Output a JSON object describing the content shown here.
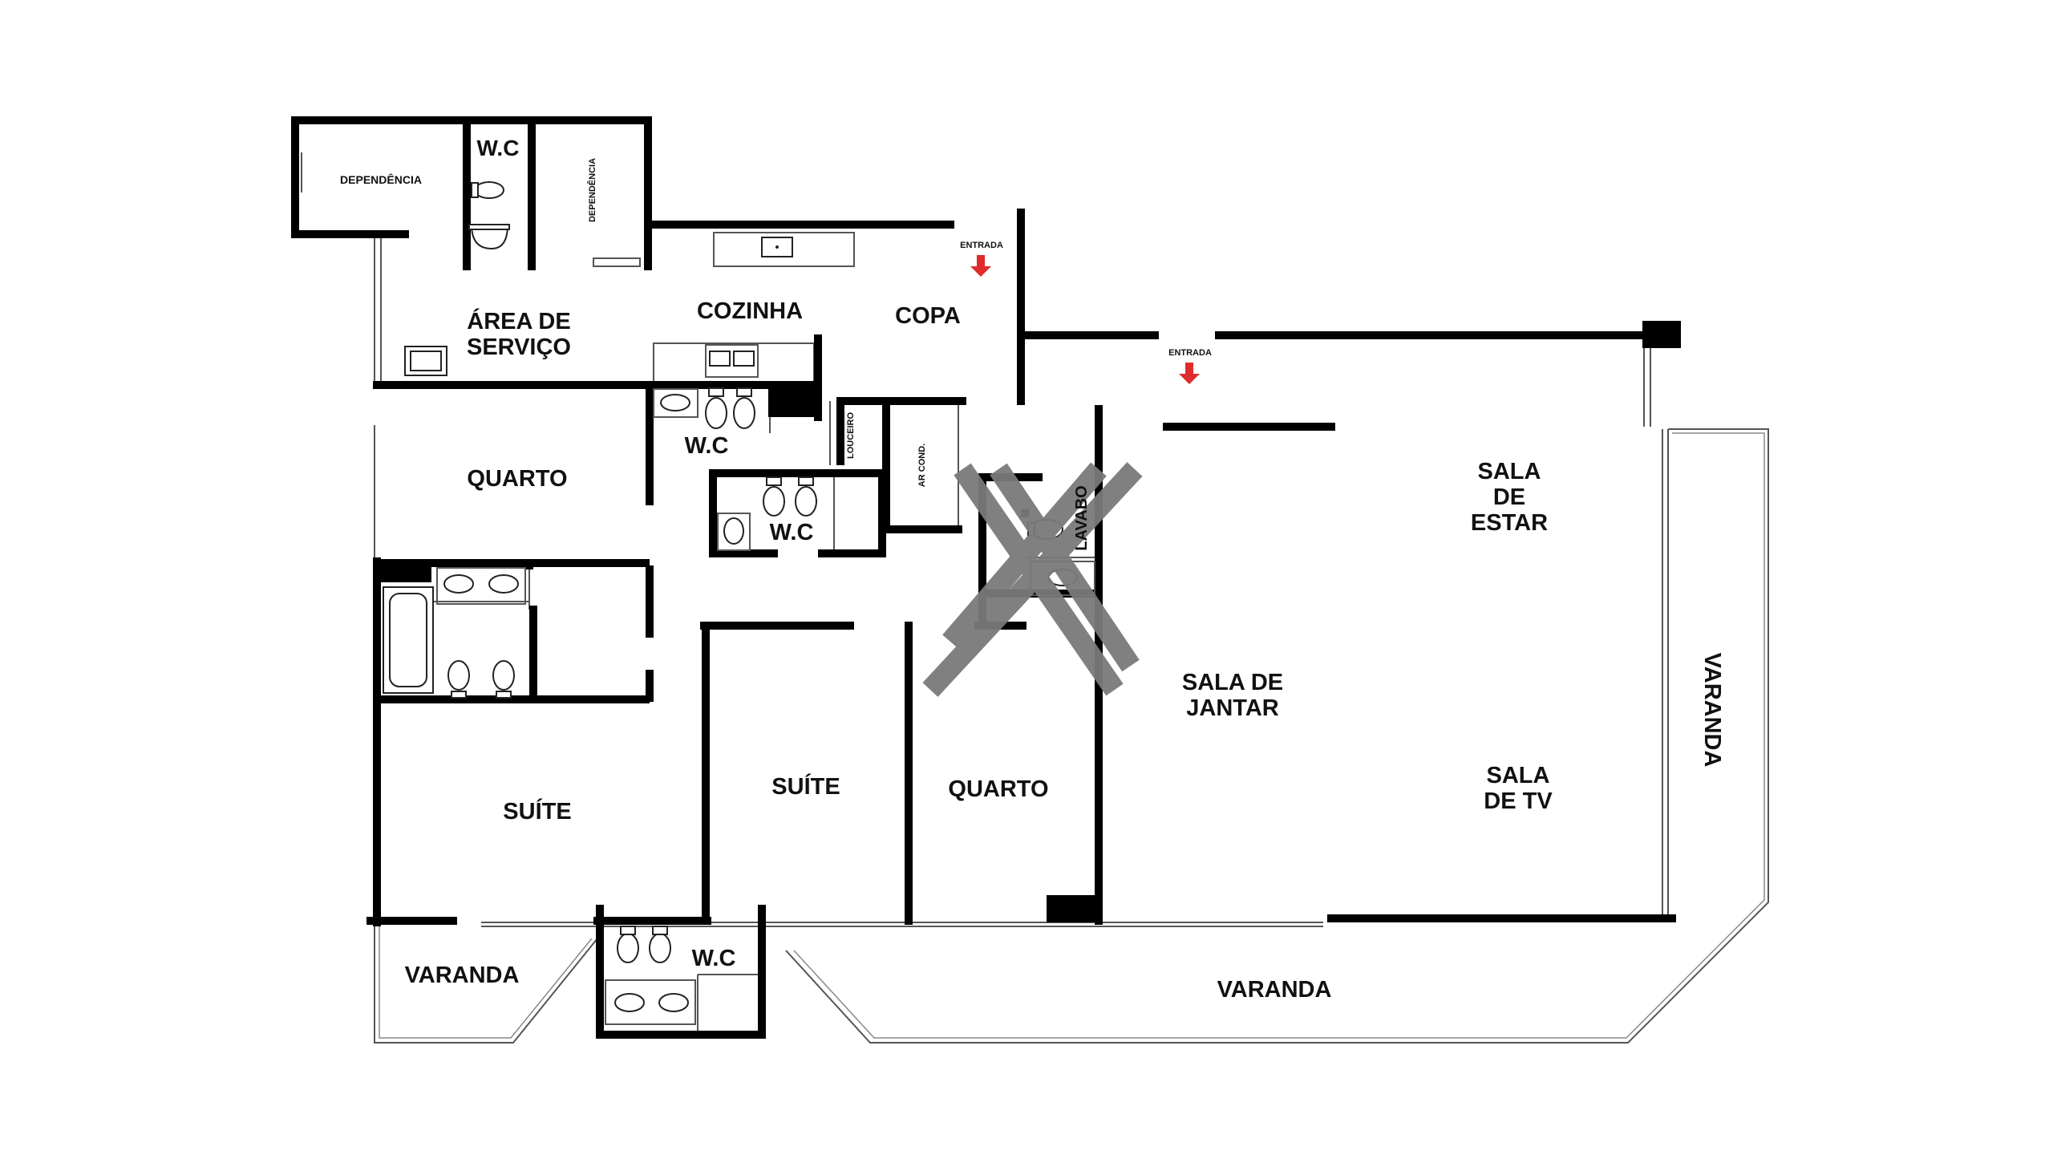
{
  "rooms": {
    "dependencia_1": "DEPENDÊNCIA",
    "wc_servico": "W.C",
    "dependencia_2": "DEPENDÊNCIA",
    "area_servico_1": "ÁREA DE",
    "area_servico_2": "SERVIÇO",
    "cozinha": "COZINHA",
    "copa": "COPA",
    "entrada_1": "ENTRADA",
    "entrada_2": "ENTRADA",
    "quarto_1": "QUARTO",
    "wc_1": "W.C",
    "louceiro": "LOUCEIRO",
    "ar_cond": "AR COND.",
    "wc_2": "W.C",
    "lavabo": "LAVABO",
    "sala_estar_1": "SALA",
    "sala_estar_2": "DE",
    "sala_estar_3": "ESTAR",
    "sala_jantar_1": "SALA DE",
    "sala_jantar_2": "JANTAR",
    "suite_1": "SUÍTE",
    "suite_2": "SUÍTE",
    "quarto_2": "QUARTO",
    "sala_tv_1": "SALA",
    "sala_tv_2": "DE TV",
    "varanda_lateral": "VARANDA",
    "varanda_esquerda": "VARANDA",
    "wc_3": "W.C",
    "varanda_principal": "VARANDA"
  },
  "colors": {
    "walls": "#000000",
    "entry_arrows": "#e02b2b",
    "watermark": "#7a7a7a"
  }
}
